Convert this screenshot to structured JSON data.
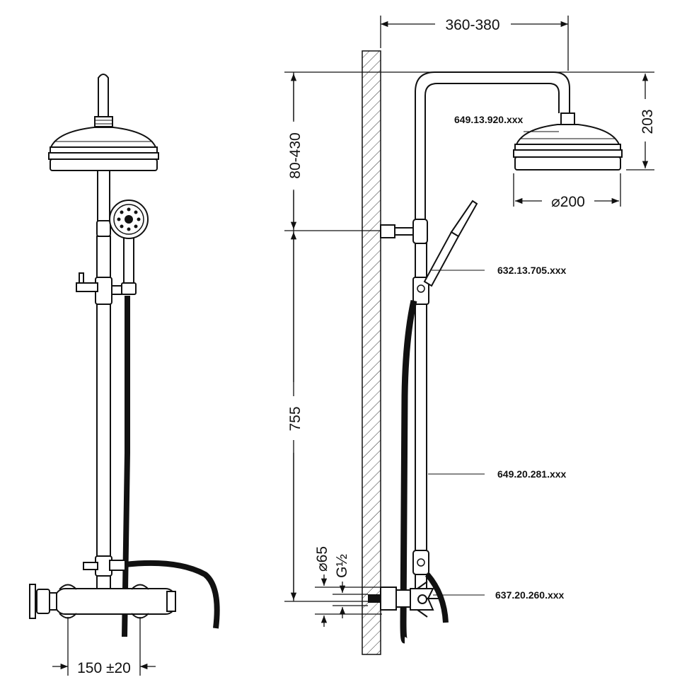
{
  "dimensions": {
    "arm_reach": "360-380",
    "head_drop": "80-430",
    "head_height": "203",
    "head_diameter": "⌀200",
    "riser_length": "755",
    "flange_diameter": "⌀65",
    "thread": "G½",
    "bar_spacing": "150 ±20"
  },
  "parts": {
    "shower_head": "649.13.920.xxx",
    "hand_shower_holder": "632.13.705.xxx",
    "riser_rail": "649.20.281.xxx",
    "thermostatic_bar": "637.20.260.xxx"
  },
  "colors": {
    "line": "#111111",
    "hose": "#111111",
    "background": "#ffffff"
  }
}
